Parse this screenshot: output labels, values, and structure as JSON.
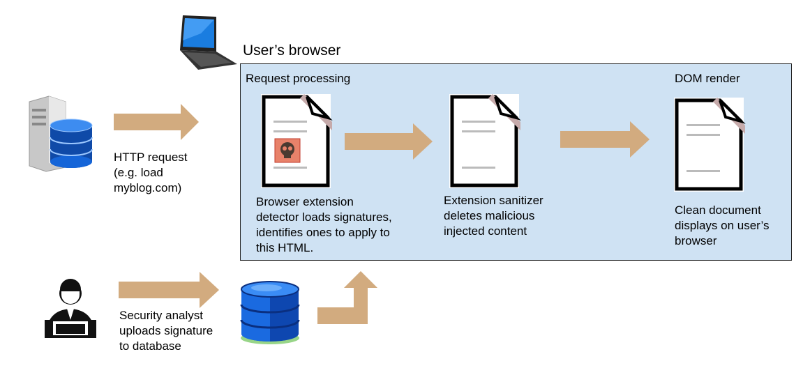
{
  "browser_label": "User’s browser",
  "panel": {
    "request_processing_label": "Request processing",
    "dom_render_label": "DOM render"
  },
  "http_request_text": "HTTP request\n(e.g. load\nmyblog.com)",
  "detector_text": "Browser extension\ndetector loads signatures,\nidentifies ones to apply to\nthis HTML.",
  "sanitizer_text": "Extension sanitizer\ndeletes malicious\ninjected content",
  "clean_text": "Clean document\ndisplays on user’s\nbrowser",
  "analyst_text": "Security analyst\nuploads signature\nto database",
  "colors": {
    "arrow": "#d2ab7f",
    "panel_bg": "#cfe2f3",
    "skull_box": "#e8826a",
    "db_blue": "#1565d8"
  },
  "icons": [
    "laptop-icon",
    "server-icon",
    "database-icon",
    "document-icon",
    "skull-icon",
    "security-analyst-icon"
  ]
}
